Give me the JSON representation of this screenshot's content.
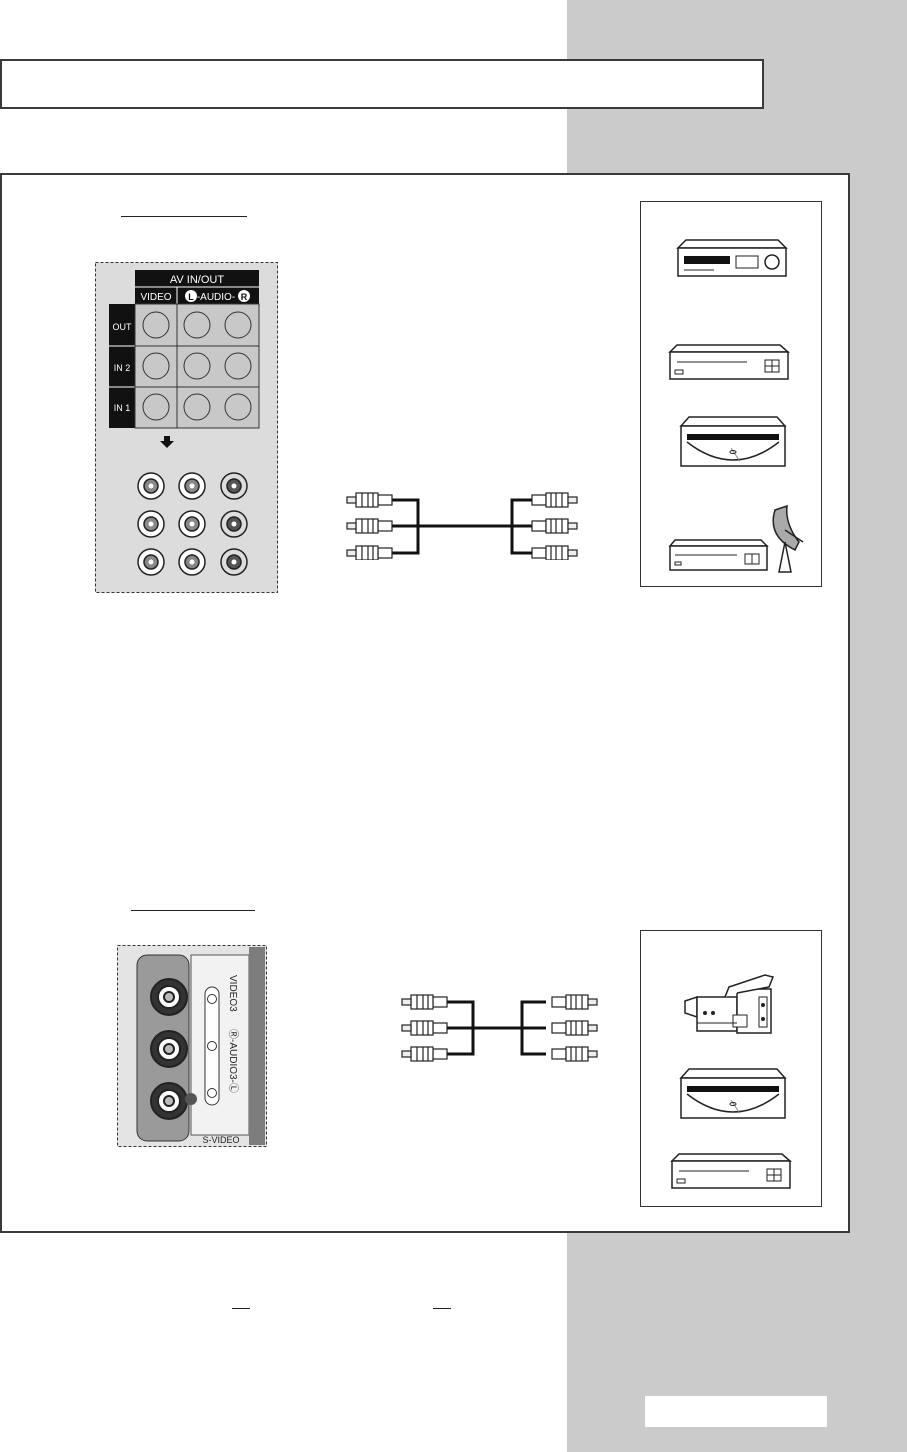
{
  "header": {
    "title": ""
  },
  "av_panel": {
    "header": "AV IN/OUT",
    "col_video": "VIDEO",
    "col_audio": "-AUDIO-",
    "left_letter": "L",
    "right_letter": "R",
    "rows": [
      "OUT",
      "IN 2",
      "IN 1"
    ]
  },
  "side_panel": {
    "video_label": "VIDEO3",
    "audio_label": "Ⓡ-AUDIO3-Ⓛ",
    "svideo_label": "S-VIDEO"
  },
  "devices_top": [
    "vcr-icon",
    "dvd-player-icon",
    "disc-player-icon",
    "satellite-receiver-icon"
  ],
  "devices_bottom": [
    "camcorder-icon",
    "disc-player-icon",
    "dvd-player-icon"
  ],
  "colors": {
    "page_gray": "#cbcbcb",
    "frame": "#3a3a3a",
    "panel": "#d9d9d9"
  }
}
